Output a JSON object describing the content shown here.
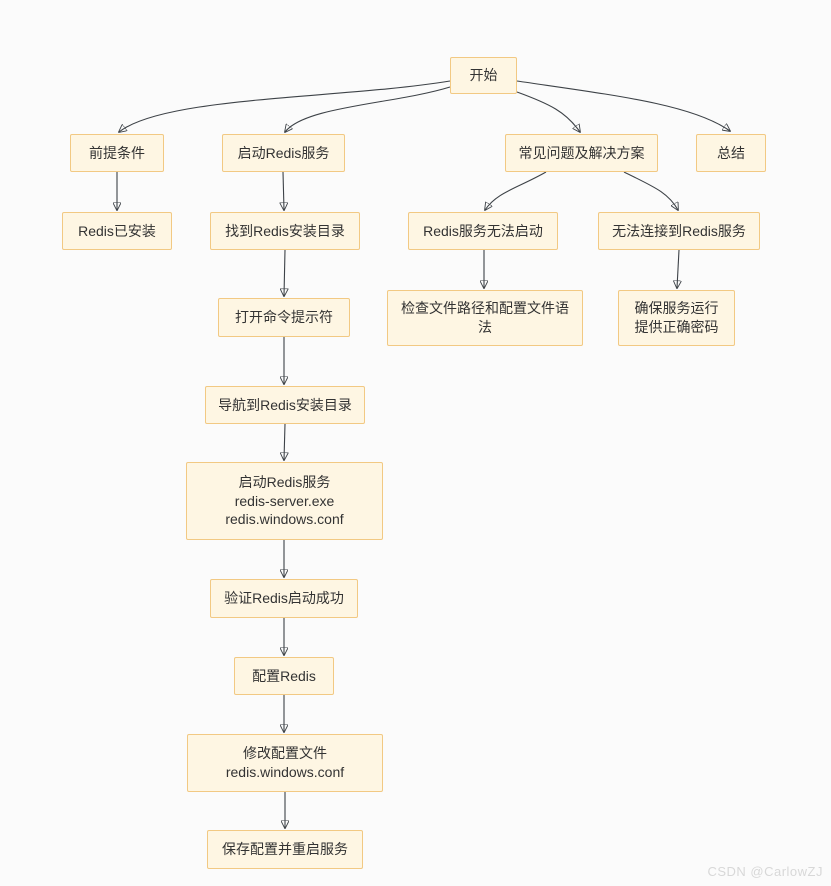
{
  "page": {
    "background_color": "#fbfbfb",
    "watermark": "CSDN @CarlowZJ",
    "watermark_color": "#d8d8d8"
  },
  "diagram": {
    "type": "flowchart",
    "node_fill_color": "#fef6e3",
    "node_border_color": "#f2c983",
    "node_text_color": "#333333",
    "edge_color": "#3d4247",
    "nodes": [
      {
        "id": "start",
        "label": "开始"
      },
      {
        "id": "prerequisites",
        "label": "前提条件"
      },
      {
        "id": "start-redis-service",
        "label": "启动Redis服务"
      },
      {
        "id": "common-issues",
        "label": "常见问题及解决方案"
      },
      {
        "id": "summary",
        "label": "总结"
      },
      {
        "id": "redis-installed",
        "label": "Redis已安装"
      },
      {
        "id": "find-install-dir",
        "label": "找到Redis安装目录"
      },
      {
        "id": "service-cannot-start",
        "label": "Redis服务无法启动"
      },
      {
        "id": "cannot-connect",
        "label": "无法连接到Redis服务"
      },
      {
        "id": "open-cmd-prompt",
        "label": "打开命令提示符"
      },
      {
        "id": "check-path-syntax",
        "label": "检查文件路径和配置文件语\n法"
      },
      {
        "id": "ensure-running-password",
        "label": "确保服务运行\n提供正确密码"
      },
      {
        "id": "navigate-install-dir",
        "label": "导航到Redis安装目录"
      },
      {
        "id": "start-server-command",
        "label": "启动Redis服务\nredis-server.exe\nredis.windows.conf"
      },
      {
        "id": "verify-startup",
        "label": "验证Redis启动成功"
      },
      {
        "id": "configure-redis",
        "label": "配置Redis"
      },
      {
        "id": "modify-config-file",
        "label": "修改配置文件\nredis.windows.conf"
      },
      {
        "id": "save-and-restart",
        "label": "保存配置并重启服务"
      }
    ],
    "edges": [
      {
        "from": "start",
        "to": "prerequisites"
      },
      {
        "from": "start",
        "to": "start-redis-service"
      },
      {
        "from": "start",
        "to": "common-issues"
      },
      {
        "from": "start",
        "to": "summary"
      },
      {
        "from": "prerequisites",
        "to": "redis-installed"
      },
      {
        "from": "start-redis-service",
        "to": "find-install-dir"
      },
      {
        "from": "common-issues",
        "to": "service-cannot-start"
      },
      {
        "from": "common-issues",
        "to": "cannot-connect"
      },
      {
        "from": "service-cannot-start",
        "to": "check-path-syntax"
      },
      {
        "from": "cannot-connect",
        "to": "ensure-running-password"
      },
      {
        "from": "find-install-dir",
        "to": "open-cmd-prompt"
      },
      {
        "from": "open-cmd-prompt",
        "to": "navigate-install-dir"
      },
      {
        "from": "navigate-install-dir",
        "to": "start-server-command"
      },
      {
        "from": "start-server-command",
        "to": "verify-startup"
      },
      {
        "from": "verify-startup",
        "to": "configure-redis"
      },
      {
        "from": "configure-redis",
        "to": "modify-config-file"
      },
      {
        "from": "modify-config-file",
        "to": "save-and-restart"
      }
    ]
  }
}
